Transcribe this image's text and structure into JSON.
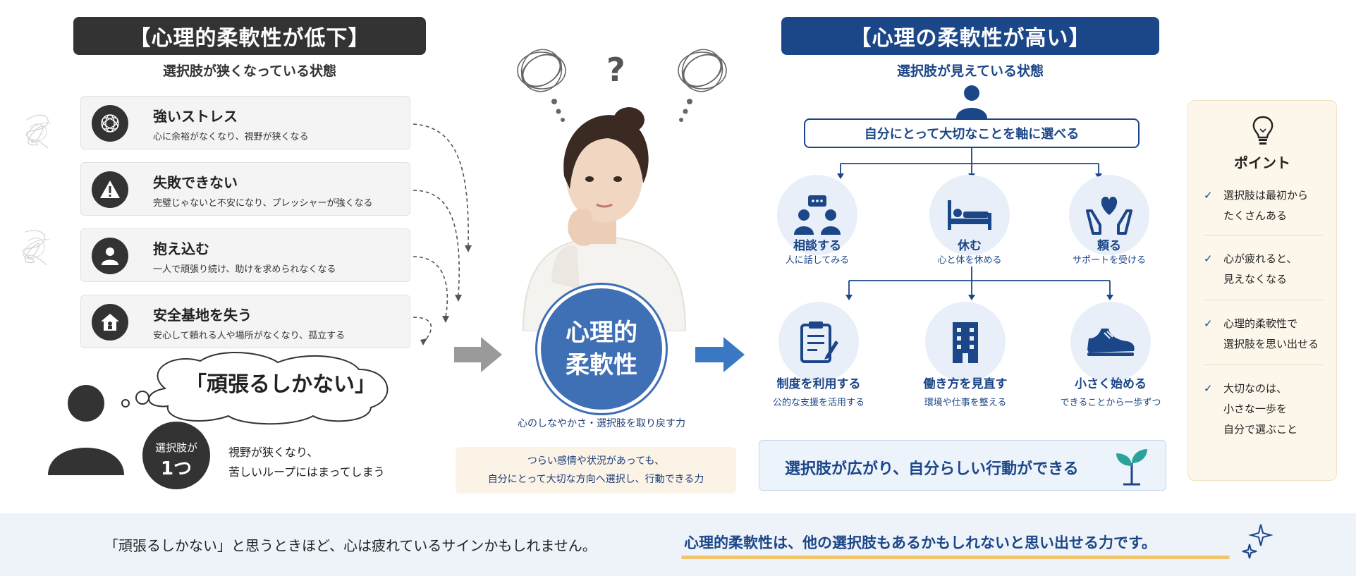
{
  "left": {
    "header": "【心理的柔軟性が低下】",
    "subtitle": "選択肢が狭くなっている状態",
    "items": [
      {
        "title": "強いストレス",
        "desc": "心に余裕がなくなり、視野が狭くなる",
        "icon": "tangle-icon"
      },
      {
        "title": "失敗できない",
        "desc": "完璧じゃないと不安になり、プレッシャーが強くなる",
        "icon": "warning-icon"
      },
      {
        "title": "抱え込む",
        "desc": "一人で頑張り続け、助けを求められなくなる",
        "icon": "person-icon"
      },
      {
        "title": "安全基地を失う",
        "desc": "安心して頼れる人や場所がなくなり、孤立する",
        "icon": "home-icon"
      }
    ],
    "bubble": "「頑張るしかない」",
    "choice_line1": "選択肢が",
    "choice_line2": "1つ",
    "loop_line1": "視野が狭くなり、",
    "loop_line2": "苦しいループにはまってしまう"
  },
  "center": {
    "question_mark": "?",
    "circle_line1": "心理的",
    "circle_line2": "柔軟性",
    "caption": "心のしなやかさ・選択肢を取り戻す力",
    "box_line1": "つらい感情や状況があっても、",
    "box_line2": "自分にとって大切な方向へ選択し、行動できる力"
  },
  "right": {
    "header": "【心理の柔軟性が高い】",
    "subtitle": "選択肢が見えている状態",
    "axis": "自分にとって大切なことを軸に選べる",
    "options": [
      {
        "title": "相談する",
        "desc": "人に話してみる",
        "icon": "consult-icon"
      },
      {
        "title": "休む",
        "desc": "心と体を休める",
        "icon": "bed-icon"
      },
      {
        "title": "頼る",
        "desc": "サポートを受ける",
        "icon": "heart-hands-icon"
      },
      {
        "title": "制度を利用する",
        "desc": "公的な支援を活用する",
        "icon": "clipboard-icon"
      },
      {
        "title": "働き方を見直す",
        "desc": "環境や仕事を整える",
        "icon": "building-icon"
      },
      {
        "title": "小さく始める",
        "desc": "できることから一歩ずつ",
        "icon": "shoe-icon"
      }
    ],
    "result": "選択肢が広がり、自分らしい行動ができる"
  },
  "points": {
    "title": "ポイント",
    "items": [
      {
        "line1": "選択肢は最初から",
        "line2": "たくさんある",
        "line3": ""
      },
      {
        "line1": "心が疲れると、",
        "line2": "見えなくなる",
        "line3": ""
      },
      {
        "line1": "心理的柔軟性で",
        "line2": "選択肢を思い出せる",
        "line3": ""
      },
      {
        "line1": "大切なのは、",
        "line2": "小さな一歩を",
        "line3": "自分で選ぶこと"
      }
    ]
  },
  "bottom": {
    "left": "「頑張るしかない」と思うときほど、心は疲れているサインかもしれません。",
    "right": "心理的柔軟性は、他の選択肢もあるかもしれないと思い出せる力です。"
  },
  "colors": {
    "dark": "#333333",
    "navy": "#1b4688",
    "blue": "#3f6fb5",
    "light_blue": "#e9eff8",
    "cream": "#fdf6ea",
    "accent_yellow": "#f2c46b"
  }
}
